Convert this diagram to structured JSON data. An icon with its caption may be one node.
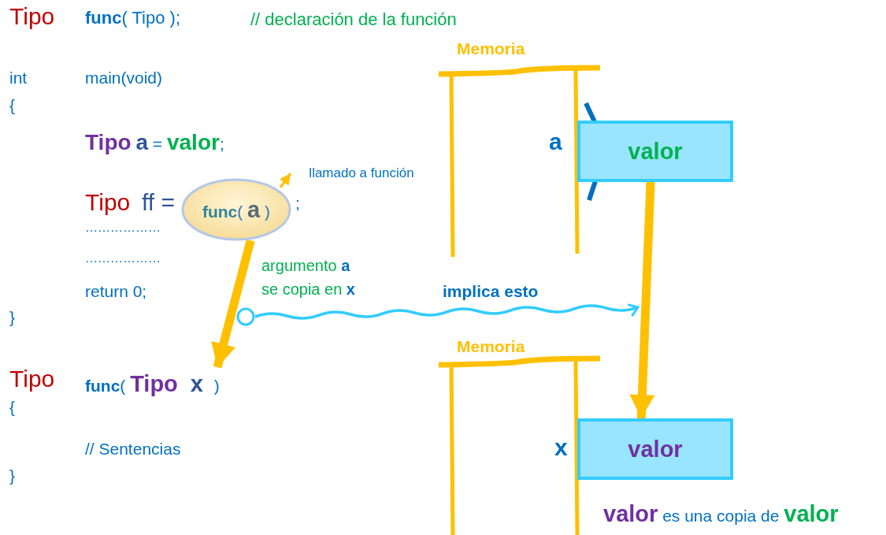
{
  "diagram": {
    "nodes": [
      {
        "text": [
          "**func**( **a** )"
        ]
      },
      {
        "text": [
          "llamado a función"
        ]
      },
      {
        "text": [
          "**func**( **Tipo** **x** )"
        ]
      },
      {
        "text": [
          "valor"
        ],
        "beside": [
          "a"
        ]
      },
      {
        "text": [
          "valor"
        ],
        "beside": [
          "x"
        ]
      },
      {
        "text": [],
        "shape": "circle"
      }
    ],
    "edges": [
      {
        "from": 0,
        "to": 1,
        "arrow": "to"
      },
      {
        "from": 0,
        "to": 2,
        "arrow": "to",
        "style": "thick"
      },
      {
        "from": 3,
        "to": 4,
        "arrow": "to",
        "style": "thick"
      },
      {
        "from": 5,
        "to": null,
        "arrow": "to",
        "label": "implica esto",
        "color": "#33ccff"
      }
    ],
    "labels": [
      "Tipo",
      "**func**( Tipo );",
      "// declaración de la función",
      "Memoria",
      "int",
      "main(void)",
      "{",
      "**Tipo** **a** = **valor**;",
      "Tipo",
      "ff =",
      ";",
      "………………",
      "………………",
      "argumento **a** se copia en **x**",
      "return 0;",
      "}",
      "Memoria",
      "Tipo",
      "{",
      "// Sentencias",
      "}",
      "**valor** es una copia de **valor**"
    ]
  }
}
